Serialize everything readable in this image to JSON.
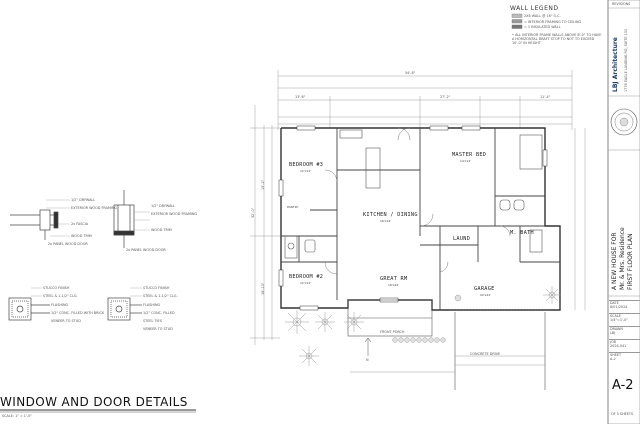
{
  "window_details": {
    "title": "WINDOW AND DOOR DETAILS",
    "scale": "SCALE: 1\" = 1'-0\"",
    "callouts_a": [
      "1/2\" DRYWALL",
      "EXTERIOR WOOD FRAMING",
      "2x FASCIA",
      "WOOD TRIM",
      "2x PANEL WOOD DOOR"
    ],
    "callouts_b": [
      "1/2\" DRYWALL",
      "EXTERIOR WOOD FRAMING",
      "WOOD TRIM",
      "2x PANEL WOOD DOOR"
    ],
    "callouts_c": [
      "STUCCO FINISH",
      "STEEL & 1-1/2\" CLG.",
      "FLASHING",
      "1/2\" CONC. FILLED WITH BRICK",
      "VENEER TO STUD"
    ],
    "callouts_d": [
      "STUCCO FINISH",
      "STEEL & 1-1/2\" CLG.",
      "FLASHING",
      "1/2\" CONC. FILLED",
      "STEEL TIES",
      "VENEER TO STUD"
    ]
  },
  "wall_legend": {
    "title": "WALL LEGEND",
    "items": [
      "2X6 WALL @ 16\" O.C.",
      "= INTERIOR FRAMING TO CEILING",
      "= 1 INSULATED WALL"
    ],
    "note": "• ALL INTERIOR FRAME WALLS ABOVE 8'-0\" TO HAVE A HORIZONTAL DRAFT STOP TO NOT TO EXCEED 10'-0\" IN HEIGHT"
  },
  "plan": {
    "rooms": {
      "bedroom3": "BEDROOM #3",
      "bedroom2": "BEDROOM #2",
      "kitchen": "KITCHEN / DINING",
      "master": "MASTER BED",
      "bath": "M. BATH",
      "laund": "LAUND",
      "great": "GREAT RM",
      "garage": "GARAGE",
      "pantry": "PANTRY"
    },
    "room_sizes": {
      "bedroom3": "12'x12'",
      "bedroom2": "12'x12'",
      "kitchen": "16'x14'",
      "master": "14'x14'",
      "great": "18'x20'",
      "garage": "20'x22'"
    },
    "dims_top": [
      "54'-8\"",
      "13'-6\"",
      "27'-2\"",
      "11'-4\""
    ],
    "dims_left": [
      "32'-0\"",
      "15'-2\"",
      "16'-10\""
    ],
    "concrete_note": "CONCRETE DRIVE",
    "porch_note": "FRONT PORCH",
    "north": "N"
  },
  "title_block": {
    "revisions": "REVISIONS",
    "firm": "LBJ Architecture",
    "firm_address": "1776 EAGLE LANDING RD, SUITE 100",
    "project_lines": [
      "A NEW HOUSE FOR",
      "Mr. & Mrs. Residence",
      "FIRST FLOOR PLAN"
    ],
    "fields": [
      {
        "label": "DATE",
        "value": "8/01/2024"
      },
      {
        "label": "SCALE",
        "value": "1/4\"=1'-0\""
      },
      {
        "label": "DRAWN",
        "value": "LBJ"
      },
      {
        "label": "JOB",
        "value": "2024-041"
      },
      {
        "label": "SHEET",
        "value": "A-2"
      }
    ],
    "sheet": "A-2",
    "sheet_of": "OF 5 SHEETS"
  }
}
